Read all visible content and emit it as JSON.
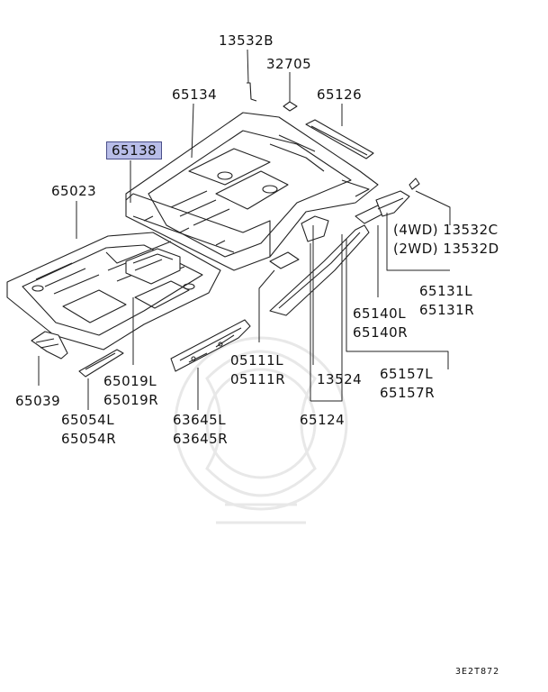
{
  "part_labels": [
    {
      "id": "13532B",
      "text": "13532B"
    },
    {
      "id": "32705",
      "text": "32705"
    },
    {
      "id": "65134",
      "text": "65134"
    },
    {
      "id": "65126",
      "text": "65126"
    },
    {
      "id": "65138",
      "text": "65138",
      "highlighted": true
    },
    {
      "id": "65023",
      "text": "65023"
    },
    {
      "id": "13532C",
      "text": "(4WD) 13532C"
    },
    {
      "id": "13532D",
      "text": "(2WD) 13532D"
    },
    {
      "id": "65131L",
      "text": "65131L"
    },
    {
      "id": "65131R",
      "text": "65131R"
    },
    {
      "id": "65140L",
      "text": "65140L"
    },
    {
      "id": "65140R",
      "text": "65140R"
    },
    {
      "id": "05111L",
      "text": "05111L"
    },
    {
      "id": "05111R",
      "text": "05111R"
    },
    {
      "id": "13524",
      "text": "13524"
    },
    {
      "id": "65157L",
      "text": "65157L"
    },
    {
      "id": "65157R",
      "text": "65157R"
    },
    {
      "id": "65019L",
      "text": "65019L"
    },
    {
      "id": "65019R",
      "text": "65019R"
    },
    {
      "id": "65039",
      "text": "65039"
    },
    {
      "id": "65054L",
      "text": "65054L"
    },
    {
      "id": "65054R",
      "text": "65054R"
    },
    {
      "id": "63645L",
      "text": "63645L"
    },
    {
      "id": "63645R",
      "text": "63645R"
    },
    {
      "id": "65124",
      "text": "65124"
    }
  ],
  "diagram_code": "3E2T872",
  "colors": {
    "highlight": "#b8bde8",
    "line": "#222222",
    "watermark": "#e6e6e6"
  }
}
